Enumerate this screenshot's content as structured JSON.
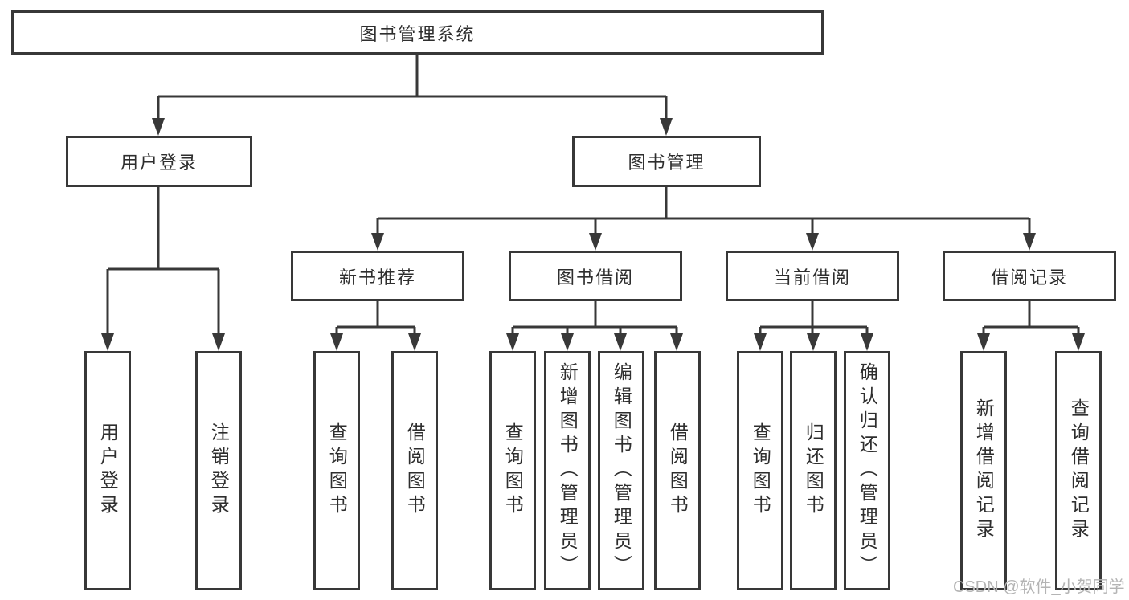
{
  "nodes": {
    "root": "图书管理系统",
    "user_login": {
      "label": "用户登录",
      "children": [
        "用户登录",
        "注销登录"
      ]
    },
    "book_mgmt": {
      "label": "图书管理",
      "modules": [
        {
          "label": "新书推荐",
          "children": [
            "查询图书",
            "借阅图书"
          ]
        },
        {
          "label": "图书借阅",
          "children": [
            "查询图书",
            "新增图书（管理员）",
            "编辑图书（管理员）",
            "借阅图书"
          ]
        },
        {
          "label": "当前借阅",
          "children": [
            "查询图书",
            "归还图书",
            "确认归还（管理员）"
          ]
        },
        {
          "label": "借阅记录",
          "children": [
            "新增借阅记录",
            "查询借阅记录"
          ]
        }
      ]
    }
  },
  "watermark": {
    "text": "CSDN @软件_小贺同学"
  },
  "colors": {
    "line": "#383838",
    "text": "#2e2e2e",
    "watermark": "#b4b4b4",
    "background": "#ffffff"
  }
}
